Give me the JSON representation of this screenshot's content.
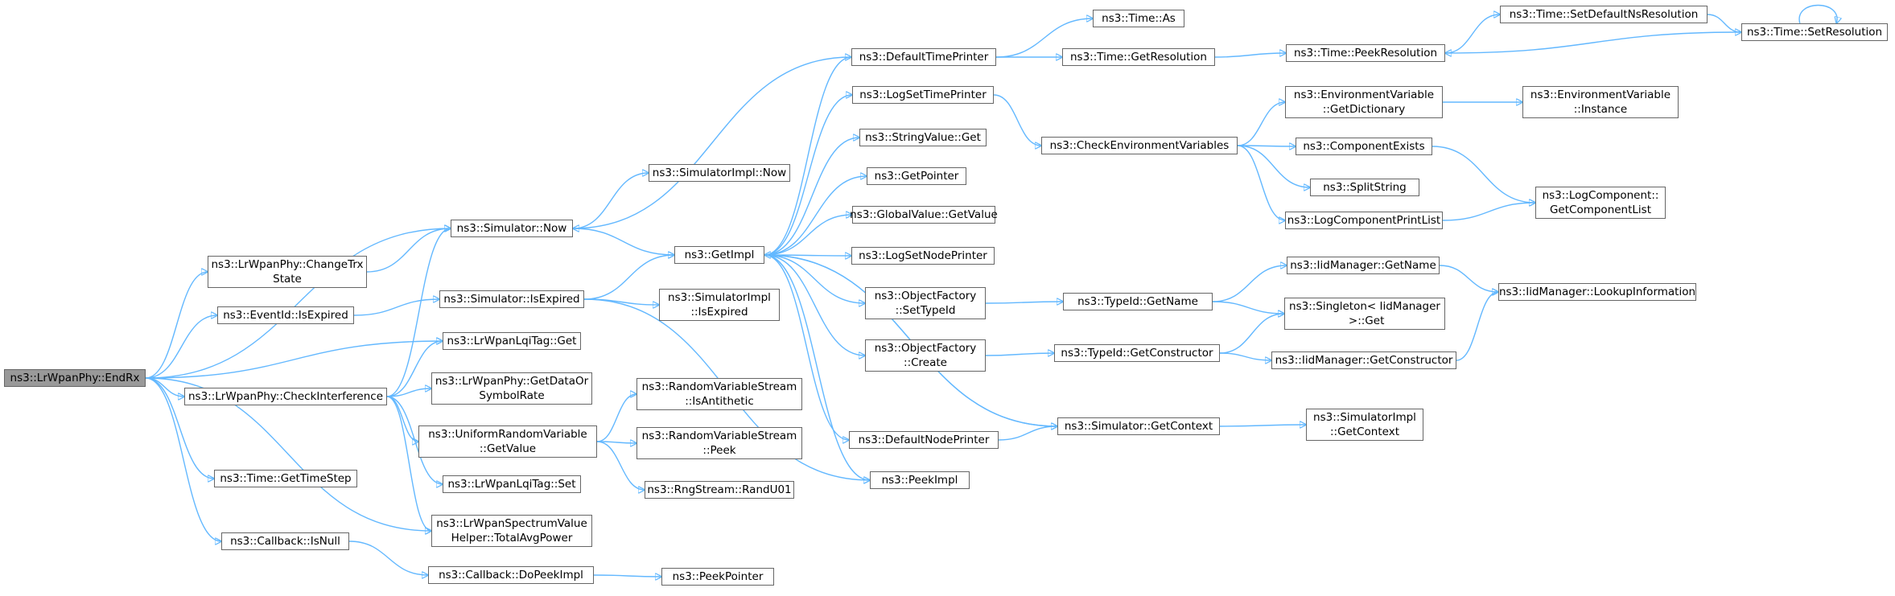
{
  "nodes": [
    {
      "id": "root",
      "label": "ns3::LrWpanPhy::EndRx",
      "root": true
    },
    {
      "id": "sim_now",
      "label": "ns3::Simulator::Now"
    },
    {
      "id": "changetrx",
      "label": "ns3::LrWpanPhy::ChangeTrx\nState"
    },
    {
      "id": "eventid",
      "label": "ns3::EventId::IsExpired"
    },
    {
      "id": "lqiget",
      "label": "ns3::LrWpanLqiTag::Get"
    },
    {
      "id": "checkint",
      "label": "ns3::LrWpanPhy::CheckInterference"
    },
    {
      "id": "gettimestep",
      "label": "ns3::Time::GetTimeStep"
    },
    {
      "id": "isnull",
      "label": "ns3::Callback::IsNull"
    },
    {
      "id": "simimpl_now",
      "label": "ns3::SimulatorImpl::Now"
    },
    {
      "id": "getimpl",
      "label": "ns3::GetImpl"
    },
    {
      "id": "sim_isexpired",
      "label": "ns3::Simulator::IsExpired"
    },
    {
      "id": "simimpl_isexpired",
      "label": "ns3::SimulatorImpl\n::IsExpired"
    },
    {
      "id": "getdatarate",
      "label": "ns3::LrWpanPhy::GetDataOr\nSymbolRate"
    },
    {
      "id": "urv_getvalue",
      "label": "ns3::UniformRandomVariable\n::GetValue"
    },
    {
      "id": "rvs_isanti",
      "label": "ns3::RandomVariableStream\n::IsAntithetic"
    },
    {
      "id": "rvs_peek",
      "label": "ns3::RandomVariableStream\n::Peek"
    },
    {
      "id": "randu01",
      "label": "ns3::RngStream::RandU01"
    },
    {
      "id": "lqiset",
      "label": "ns3::LrWpanLqiTag::Set"
    },
    {
      "id": "totalavg",
      "label": "ns3::LrWpanSpectrumValue\nHelper::TotalAvgPower"
    },
    {
      "id": "dopeekimpl",
      "label": "ns3::Callback::DoPeekImpl"
    },
    {
      "id": "peekpointer",
      "label": "ns3::PeekPointer"
    },
    {
      "id": "deftimeprinter",
      "label": "ns3::DefaultTimePrinter"
    },
    {
      "id": "logsettimeprinter",
      "label": "ns3::LogSetTimePrinter"
    },
    {
      "id": "stringvalue",
      "label": "ns3::StringValue::Get"
    },
    {
      "id": "getpointer",
      "label": "ns3::GetPointer"
    },
    {
      "id": "globalvalue",
      "label": "ns3::GlobalValue::GetValue"
    },
    {
      "id": "logsetnodeprinter",
      "label": "ns3::LogSetNodePrinter"
    },
    {
      "id": "of_settypeid",
      "label": "ns3::ObjectFactory\n::SetTypeId"
    },
    {
      "id": "of_create",
      "label": "ns3::ObjectFactory\n::Create"
    },
    {
      "id": "defnodeprinter",
      "label": "ns3::DefaultNodePrinter"
    },
    {
      "id": "peekimpl",
      "label": "ns3::PeekImpl"
    },
    {
      "id": "time_as",
      "label": "ns3::Time::As"
    },
    {
      "id": "time_getres",
      "label": "ns3::Time::GetResolution"
    },
    {
      "id": "checkenv",
      "label": "ns3::CheckEnvironmentVariables"
    },
    {
      "id": "typeid_getname",
      "label": "ns3::TypeId::GetName"
    },
    {
      "id": "typeid_getctor",
      "label": "ns3::TypeId::GetConstructor"
    },
    {
      "id": "sim_getcontext",
      "label": "ns3::Simulator::GetContext"
    },
    {
      "id": "simimpl_getcontext",
      "label": "ns3::SimulatorImpl\n::GetContext"
    },
    {
      "id": "time_peekres",
      "label": "ns3::Time::PeekResolution"
    },
    {
      "id": "env_getdict",
      "label": "ns3::EnvironmentVariable\n::GetDictionary"
    },
    {
      "id": "compexists",
      "label": "ns3::ComponentExists"
    },
    {
      "id": "splitstring",
      "label": "ns3::SplitString"
    },
    {
      "id": "logcompprint",
      "label": "ns3::LogComponentPrintList"
    },
    {
      "id": "iid_getname",
      "label": "ns3::IidManager::GetName"
    },
    {
      "id": "singleton_get",
      "label": "ns3::Singleton< IidManager\n >::Get"
    },
    {
      "id": "iid_getctor",
      "label": "ns3::IidManager::GetConstructor"
    },
    {
      "id": "time_setdefns",
      "label": "ns3::Time::SetDefaultNsResolution"
    },
    {
      "id": "time_setres",
      "label": "ns3::Time::SetResolution"
    },
    {
      "id": "env_instance",
      "label": "ns3::EnvironmentVariable\n::Instance"
    },
    {
      "id": "logcomp_getlist",
      "label": "ns3::LogComponent::\nGetComponentList"
    },
    {
      "id": "iid_lookup",
      "label": "ns3::IidManager::LookupInformation"
    }
  ],
  "edges": [
    [
      "root",
      "sim_now"
    ],
    [
      "root",
      "changetrx"
    ],
    [
      "root",
      "eventid"
    ],
    [
      "root",
      "lqiget"
    ],
    [
      "root",
      "checkint"
    ],
    [
      "root",
      "gettimestep"
    ],
    [
      "root",
      "isnull"
    ],
    [
      "root",
      "totalavg"
    ],
    [
      "changetrx",
      "sim_now"
    ],
    [
      "eventid",
      "sim_isexpired"
    ],
    [
      "checkint",
      "sim_now"
    ],
    [
      "checkint",
      "lqiget"
    ],
    [
      "checkint",
      "getdatarate"
    ],
    [
      "checkint",
      "urv_getvalue"
    ],
    [
      "checkint",
      "lqiset"
    ],
    [
      "checkint",
      "totalavg"
    ],
    [
      "isnull",
      "dopeekimpl"
    ],
    [
      "dopeekimpl",
      "peekpointer"
    ],
    [
      "sim_now",
      "simimpl_now"
    ],
    [
      "sim_now",
      "getimpl"
    ],
    [
      "sim_isexpired",
      "getimpl"
    ],
    [
      "sim_isexpired",
      "simimpl_isexpired"
    ],
    [
      "sim_isexpired",
      "peekimpl"
    ],
    [
      "urv_getvalue",
      "rvs_isanti"
    ],
    [
      "urv_getvalue",
      "rvs_peek"
    ],
    [
      "urv_getvalue",
      "randu01"
    ],
    [
      "getimpl",
      "deftimeprinter"
    ],
    [
      "getimpl",
      "logsettimeprinter"
    ],
    [
      "getimpl",
      "stringvalue"
    ],
    [
      "getimpl",
      "getpointer"
    ],
    [
      "getimpl",
      "globalvalue"
    ],
    [
      "getimpl",
      "logsetnodeprinter"
    ],
    [
      "getimpl",
      "of_settypeid"
    ],
    [
      "getimpl",
      "of_create"
    ],
    [
      "getimpl",
      "defnodeprinter"
    ],
    [
      "getimpl",
      "peekimpl"
    ],
    [
      "getimpl",
      "sim_getcontext"
    ],
    [
      "deftimeprinter",
      "time_as"
    ],
    [
      "deftimeprinter",
      "time_getres"
    ],
    [
      "deftimeprinter",
      "sim_now"
    ],
    [
      "time_getres",
      "time_peekres"
    ],
    [
      "time_peekres",
      "time_setdefns"
    ],
    [
      "time_setdefns",
      "time_setres"
    ],
    [
      "time_setres",
      "time_peekres"
    ],
    [
      "time_setres",
      "time_setres"
    ],
    [
      "logsettimeprinter",
      "checkenv"
    ],
    [
      "checkenv",
      "env_getdict"
    ],
    [
      "checkenv",
      "compexists"
    ],
    [
      "checkenv",
      "splitstring"
    ],
    [
      "checkenv",
      "logcompprint"
    ],
    [
      "env_getdict",
      "env_instance"
    ],
    [
      "compexists",
      "logcomp_getlist"
    ],
    [
      "logcompprint",
      "logcomp_getlist"
    ],
    [
      "of_settypeid",
      "typeid_getname"
    ],
    [
      "typeid_getname",
      "iid_getname"
    ],
    [
      "typeid_getname",
      "singleton_get"
    ],
    [
      "iid_getname",
      "iid_lookup"
    ],
    [
      "of_create",
      "typeid_getctor"
    ],
    [
      "typeid_getctor",
      "singleton_get"
    ],
    [
      "typeid_getctor",
      "iid_getctor"
    ],
    [
      "iid_getctor",
      "iid_lookup"
    ],
    [
      "sim_getcontext",
      "simimpl_getcontext"
    ],
    [
      "sim_getcontext",
      "getimpl"
    ],
    [
      "defnodeprinter",
      "sim_getcontext"
    ]
  ]
}
